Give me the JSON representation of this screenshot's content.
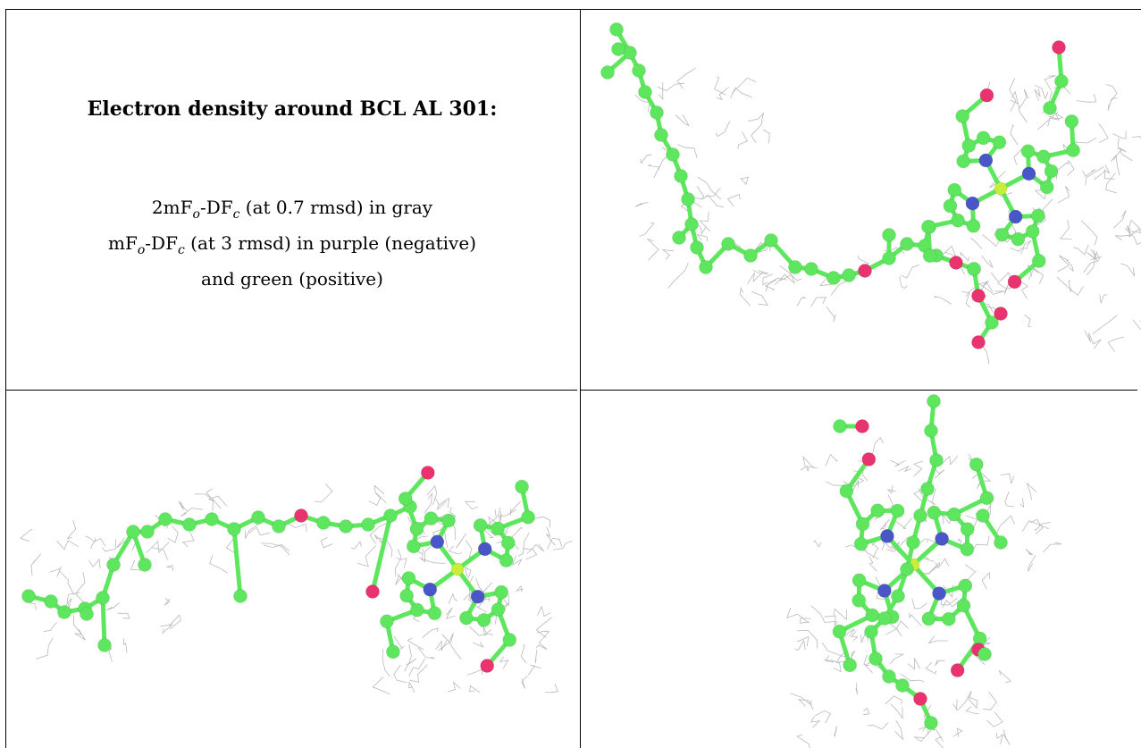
{
  "caption": {
    "title": "Electron density around BCL AL 301:",
    "line1": {
      "a": "2mF",
      "sub1": "o",
      "b": "-DF",
      "sub2": "c",
      "c": " (at 0.7 rmsd) in gray"
    },
    "line2": {
      "a": "mF",
      "sub1": "o",
      "b": "-DF",
      "sub2": "c",
      "c": " (at 3 rmsd) in purple (negative)"
    },
    "line3": "and green (positive)"
  },
  "colors": {
    "carbon": "#5ee65e",
    "carbon_stroke": "#2fb02f",
    "oxygen": "#e8336e",
    "nitrogen": "#4a56c8",
    "magnesium": "#c6ef3c",
    "density_mesh": "#b9b9b9"
  },
  "panels": [
    {
      "name": "view-top-right"
    },
    {
      "name": "view-bottom-left"
    },
    {
      "name": "view-bottom-right"
    }
  ]
}
